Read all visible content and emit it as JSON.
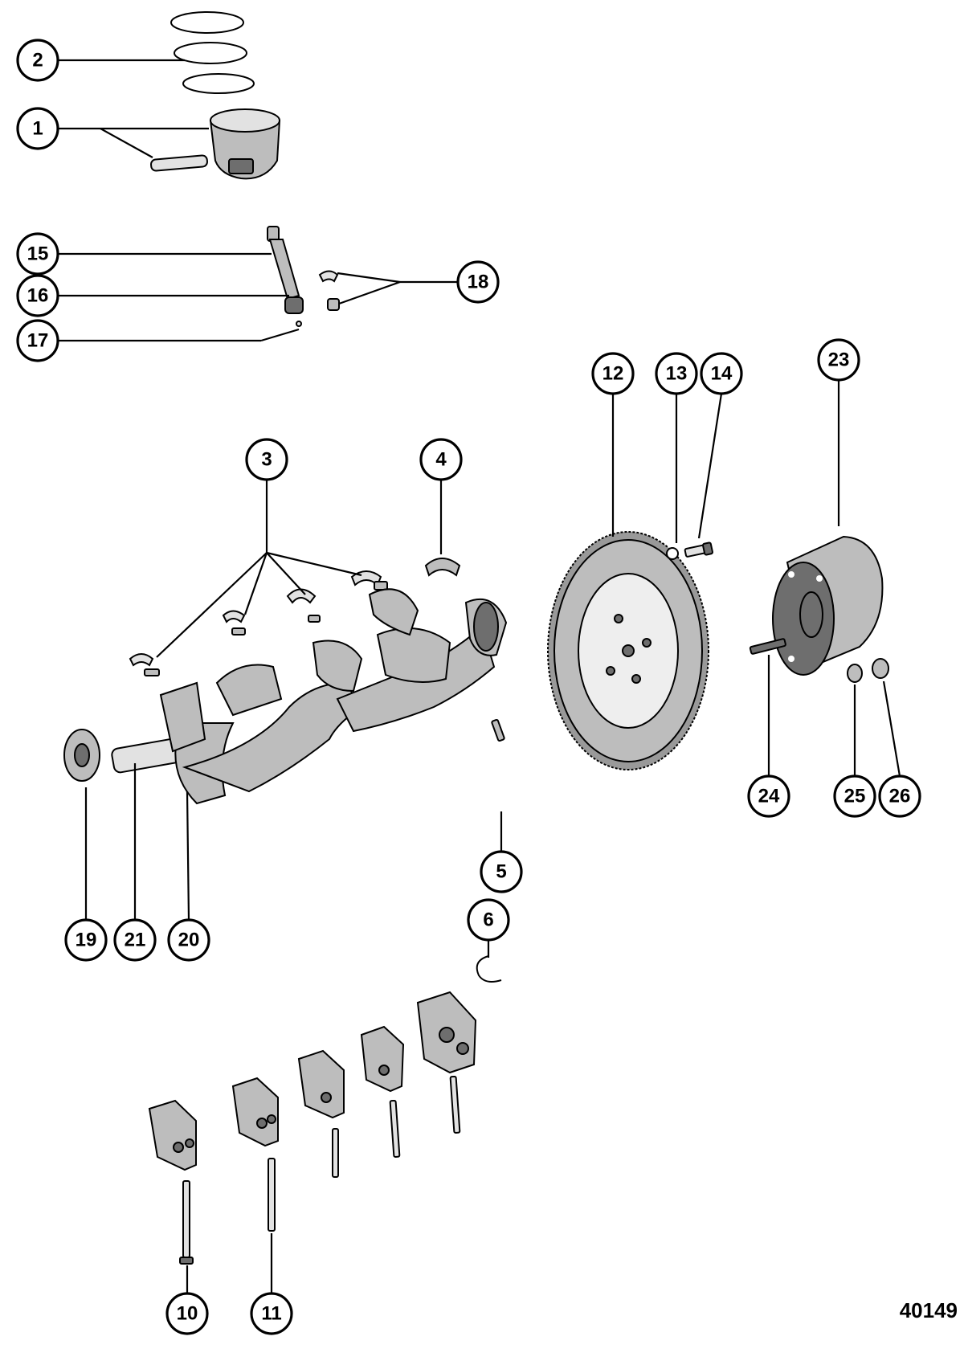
{
  "figure_number": "40149",
  "callouts": {
    "c1": "1",
    "c2": "2",
    "c3": "3",
    "c4": "4",
    "c5": "5",
    "c6": "6",
    "c10": "10",
    "c11": "11",
    "c12": "12",
    "c13": "13",
    "c14": "14",
    "c15": "15",
    "c16": "16",
    "c17": "17",
    "c18": "18",
    "c19": "19",
    "c20": "20",
    "c21": "21",
    "c23": "23",
    "c24": "24",
    "c25": "25",
    "c26": "26"
  },
  "colors": {
    "ink": "#000000",
    "part_gray": "#bdbdbd",
    "background": "#ffffff"
  }
}
